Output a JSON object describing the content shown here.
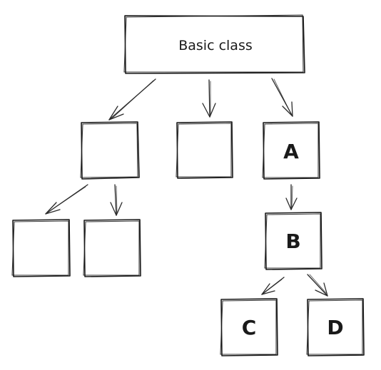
{
  "root": {
    "label": "Basic class"
  },
  "nodes": {
    "child_left": {
      "label": ""
    },
    "child_middle": {
      "label": ""
    },
    "a": {
      "label": "A"
    },
    "grand_left": {
      "label": ""
    },
    "grand_right": {
      "label": ""
    },
    "b": {
      "label": "B"
    },
    "c": {
      "label": "C"
    },
    "d": {
      "label": "D"
    }
  },
  "colors": {
    "stroke": "#1a1a1a",
    "background": "#ffffff"
  }
}
